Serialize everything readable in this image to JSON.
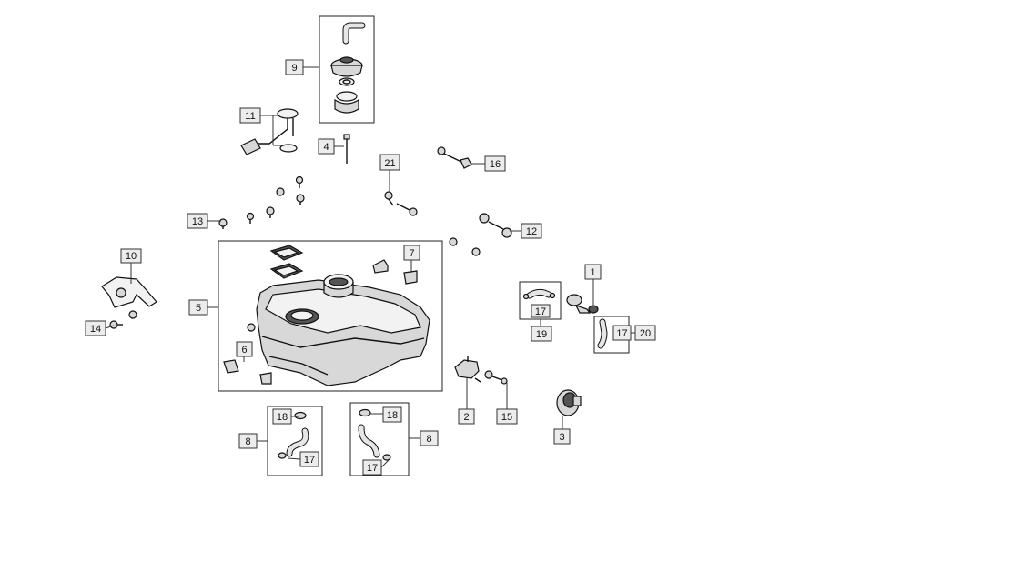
{
  "callouts": {
    "c1": "1",
    "c2": "2",
    "c3": "3",
    "c4": "4",
    "c5": "5",
    "c6": "6",
    "c7": "7",
    "c8a": "8",
    "c8b": "8",
    "c9": "9",
    "c10": "10",
    "c11": "11",
    "c12": "12",
    "c13": "13",
    "c14": "14",
    "c15": "15",
    "c16": "16",
    "c17a": "17",
    "c17b": "17",
    "c17c": "17",
    "c17d": "17",
    "c18a": "18",
    "c18b": "18",
    "c19": "19",
    "c20": "20",
    "c21": "21"
  }
}
